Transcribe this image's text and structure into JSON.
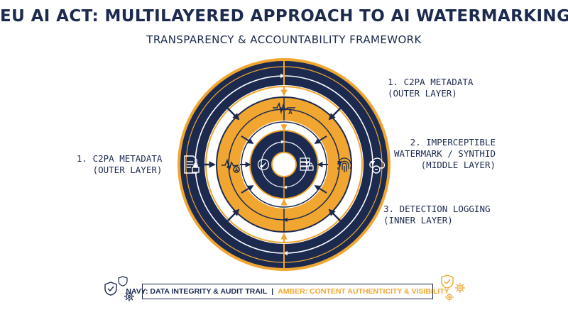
{
  "title": "EU AI ACT: MULTILAYERED APPROACH TO AI WATERMARKING",
  "subtitle": "TRANSPARENCY & ACCOUNTABILITY FRAMEWORK",
  "labels": {
    "left": {
      "line1": "1. C2PA METADATA",
      "line2": "(OUTER LAYER)"
    },
    "top_right": {
      "line1": "1. C2PA METADATA",
      "line2": "(OUTER LAYER)"
    },
    "middle_right": {
      "line1": "2. IMPERCEPTIBLE",
      "line2": "WATERMARK / SYNTHID",
      "line3": "(MIDDLE LAYER)"
    },
    "bottom_right": {
      "line1": "3. DETECTION LOGGING",
      "line2": "(INNER LAYER)"
    }
  },
  "legend": {
    "navy_text": "NAVY: DATA INTEGRITY & AUDIT TRAIL",
    "separator": "|",
    "amber_text": "AMBER: CONTENT AUTHENTICITY & VISIBILITY"
  },
  "colors": {
    "navy": "#1c2a4f",
    "amber": "#f0a630",
    "white": "#ffffff"
  },
  "icons": [
    "document-lock-icon",
    "cloud-lock-icon",
    "waveform-a-icon",
    "fingerprint-icon",
    "shield-check-icon",
    "server-lock-icon",
    "shield-icon",
    "gear-icon"
  ]
}
